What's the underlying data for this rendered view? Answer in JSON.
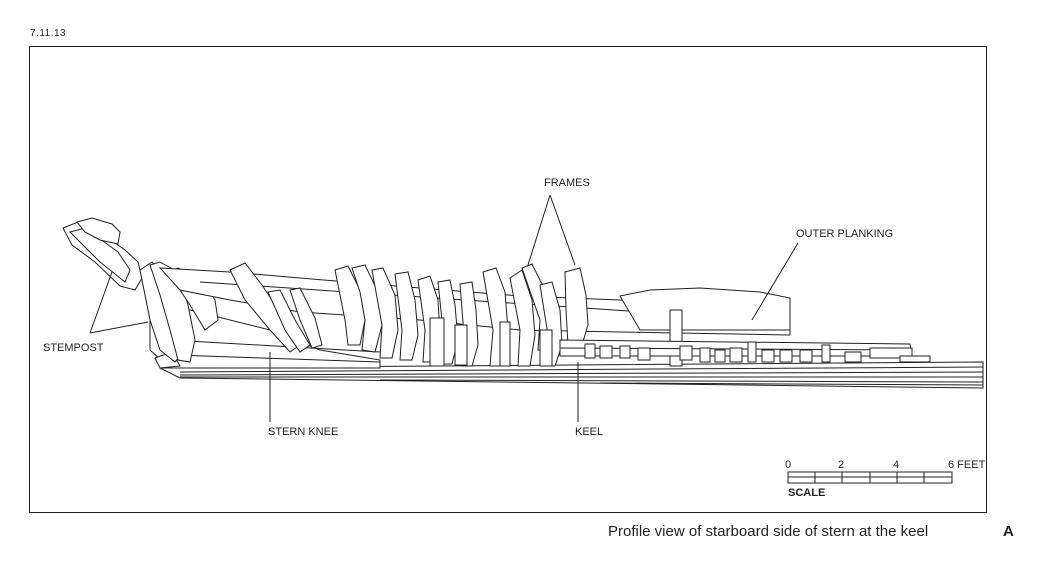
{
  "figure_id": "7.11.13",
  "labels": {
    "frames": "FRAMES",
    "outer_planking": "OUTER PLANKING",
    "stempost": "STEMPOST",
    "stern_knee": "STERN KNEE",
    "keel": "KEEL"
  },
  "scale": {
    "title": "SCALE",
    "ticks": [
      "0",
      "2",
      "4",
      "6 FEET"
    ]
  },
  "caption": "Profile view of starboard side of stern at the keel",
  "plate_letter": "A"
}
